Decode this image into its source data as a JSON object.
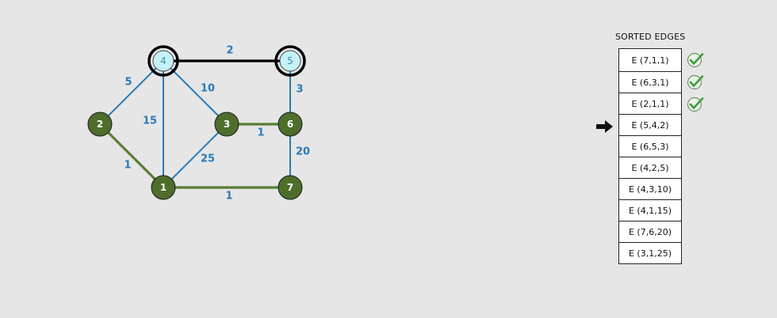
{
  "graph": {
    "nodes": [
      {
        "id": "4",
        "label": "4",
        "state": "selected"
      },
      {
        "id": "5",
        "label": "5",
        "state": "selected"
      },
      {
        "id": "2",
        "label": "2",
        "state": "normal"
      },
      {
        "id": "3",
        "label": "3",
        "state": "normal"
      },
      {
        "id": "6",
        "label": "6",
        "state": "normal"
      },
      {
        "id": "1",
        "label": "1",
        "state": "normal"
      },
      {
        "id": "7",
        "label": "7",
        "state": "normal"
      }
    ],
    "edges": [
      {
        "from": "4",
        "to": "5",
        "weight": "2",
        "state": "current"
      },
      {
        "from": "4",
        "to": "2",
        "weight": "5",
        "state": "default"
      },
      {
        "from": "4",
        "to": "1",
        "weight": "15",
        "state": "default"
      },
      {
        "from": "4",
        "to": "3",
        "weight": "10",
        "state": "default"
      },
      {
        "from": "5",
        "to": "6",
        "weight": "3",
        "state": "default"
      },
      {
        "from": "3",
        "to": "6",
        "weight": "1",
        "state": "accepted"
      },
      {
        "from": "2",
        "to": "1",
        "weight": "1",
        "state": "accepted"
      },
      {
        "from": "3",
        "to": "1",
        "weight": "25",
        "state": "default"
      },
      {
        "from": "6",
        "to": "7",
        "weight": "20",
        "state": "default"
      },
      {
        "from": "1",
        "to": "7",
        "weight": "1",
        "state": "accepted"
      }
    ]
  },
  "sorted_edges": {
    "title": "SORTED EDGES",
    "items": [
      {
        "label": "E (7,1,1)",
        "status": "accepted"
      },
      {
        "label": "E (6,3,1)",
        "status": "accepted"
      },
      {
        "label": "E (2,1,1)",
        "status": "accepted"
      },
      {
        "label": "E (5,4,2)",
        "status": "current"
      },
      {
        "label": "E (6,5,3)",
        "status": "pending"
      },
      {
        "label": "E (4,2,5)",
        "status": "pending"
      },
      {
        "label": "E (4,3,10)",
        "status": "pending"
      },
      {
        "label": "E (4,1,15)",
        "status": "pending"
      },
      {
        "label": "E (7,6,20)",
        "status": "pending"
      },
      {
        "label": "E (3,1,25)",
        "status": "pending"
      }
    ]
  },
  "icons": {
    "accepted": "checkmark-icon",
    "current": "arrow-right-icon"
  },
  "colors": {
    "background": "#e6e6e6",
    "node_fill": "#4e6e2c",
    "node_selected_fill": "#c5f1f8",
    "edge_default": "#2a7ab8",
    "edge_accepted": "#5a7d33",
    "edge_current": "#000000",
    "weight_text": "#2a7ab8",
    "check_green": "#3f9a3f"
  }
}
